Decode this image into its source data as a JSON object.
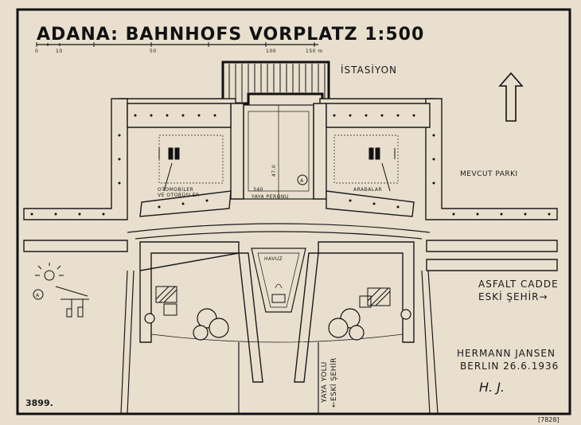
{
  "title": "ADANA: BAHNHOFS VORPLATZ 1:500",
  "scale_ticks": [
    "0",
    "10",
    "50",
    "100",
    "150 m"
  ],
  "labels": {
    "station": "İSTASİYON",
    "existing_park": "MEVCUT PARKI",
    "cars": "ARABALAR",
    "autos_buses_1": "OTOMOBİLER",
    "autos_buses_2": "VE OTOBÜSLER",
    "platform": "YAYA PERONU",
    "pool": "HAVUZ",
    "asphalt_1": "ASFALT CADDE",
    "asphalt_2": "ESKİ ŞEHİR→",
    "footpath_1": "YAYA YOLU",
    "footpath_2": "←ESKİ ŞEHİR",
    "dim_340": "340",
    "dim_470": "47.0",
    "marker_a": "A"
  },
  "signature": {
    "name": "HERMANN JANSEN",
    "place_date": "BERLIN 26.6.1936",
    "initials": "H. J."
  },
  "archive_number": "3899.",
  "stamp": "[7828]",
  "north_arrow": "arrow-up"
}
